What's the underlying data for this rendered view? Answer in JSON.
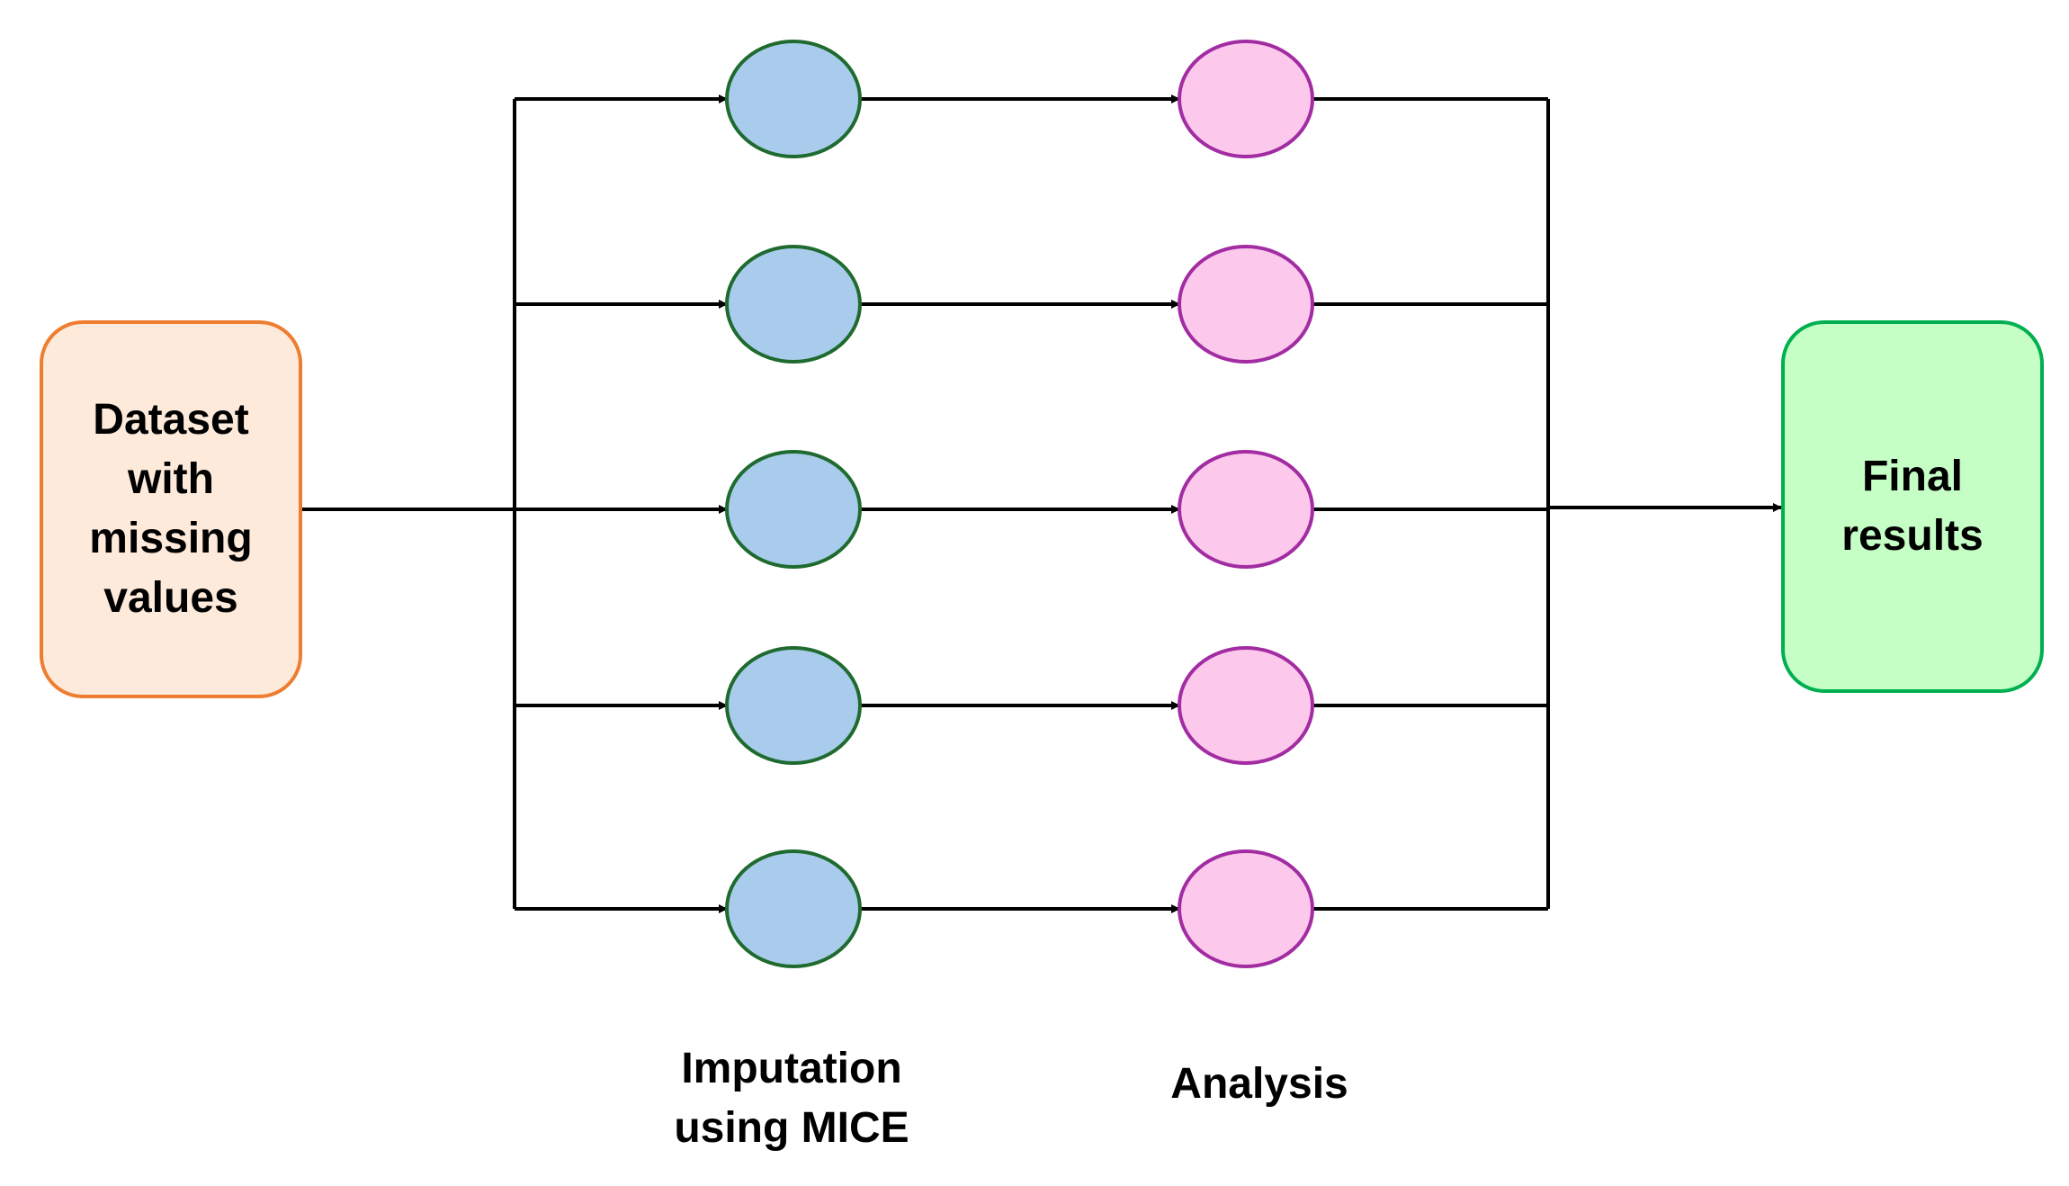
{
  "input_box": {
    "label": "Dataset\nwith\nmissing\nvalues"
  },
  "output_box": {
    "label": "Final\nresults"
  },
  "columns": {
    "imputation_label": "Imputation\nusing MICE",
    "analysis_label": "Analysis"
  },
  "branch_count": 5,
  "colors": {
    "input_border": "#ED7D31",
    "input_fill": "#FDEADA",
    "output_border": "#00B050",
    "output_fill": "#C6FFC6",
    "imputation_fill": "#A9CCEC",
    "imputation_border": "#1F6B2F",
    "analysis_fill": "#FCC8EC",
    "analysis_border": "#A22CA2",
    "connector": "#000000"
  }
}
